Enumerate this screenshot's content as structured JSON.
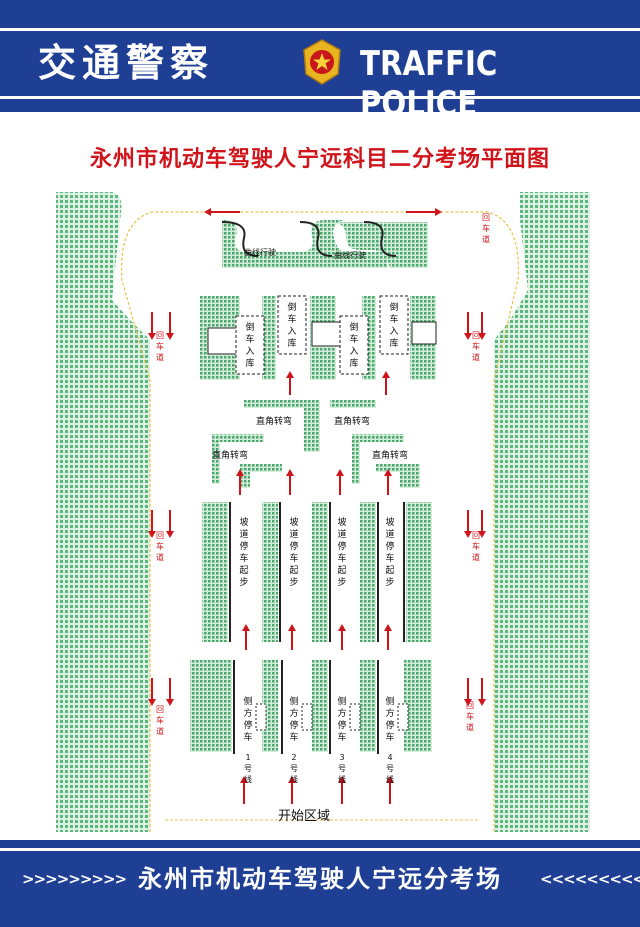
{
  "header": {
    "cn_title": "交通警察",
    "en_title": "TRAFFIC POLICE"
  },
  "title": "永州市机动车驾驶人宁远科目二分考场平面图",
  "footer": {
    "text": "永州市机动车驾驶人宁远分考场",
    "left_chevrons": ">>>>>>>>>",
    "right_chevrons": "<<<<<<<<<"
  },
  "labels": {
    "curve": "曲线行驶",
    "reverse_park": "倒车入库",
    "right_angle": "直角转弯",
    "hill_start": "坡道停车起步",
    "side_park": "侧方停车",
    "return_road": "回车道",
    "start_area": "开始区域",
    "line_suffix": "号线"
  },
  "lanes": [
    "1",
    "2",
    "3",
    "4"
  ],
  "colors": {
    "blue": "#1f3f95",
    "red": "#d0141b",
    "green": "#5ab87c"
  }
}
